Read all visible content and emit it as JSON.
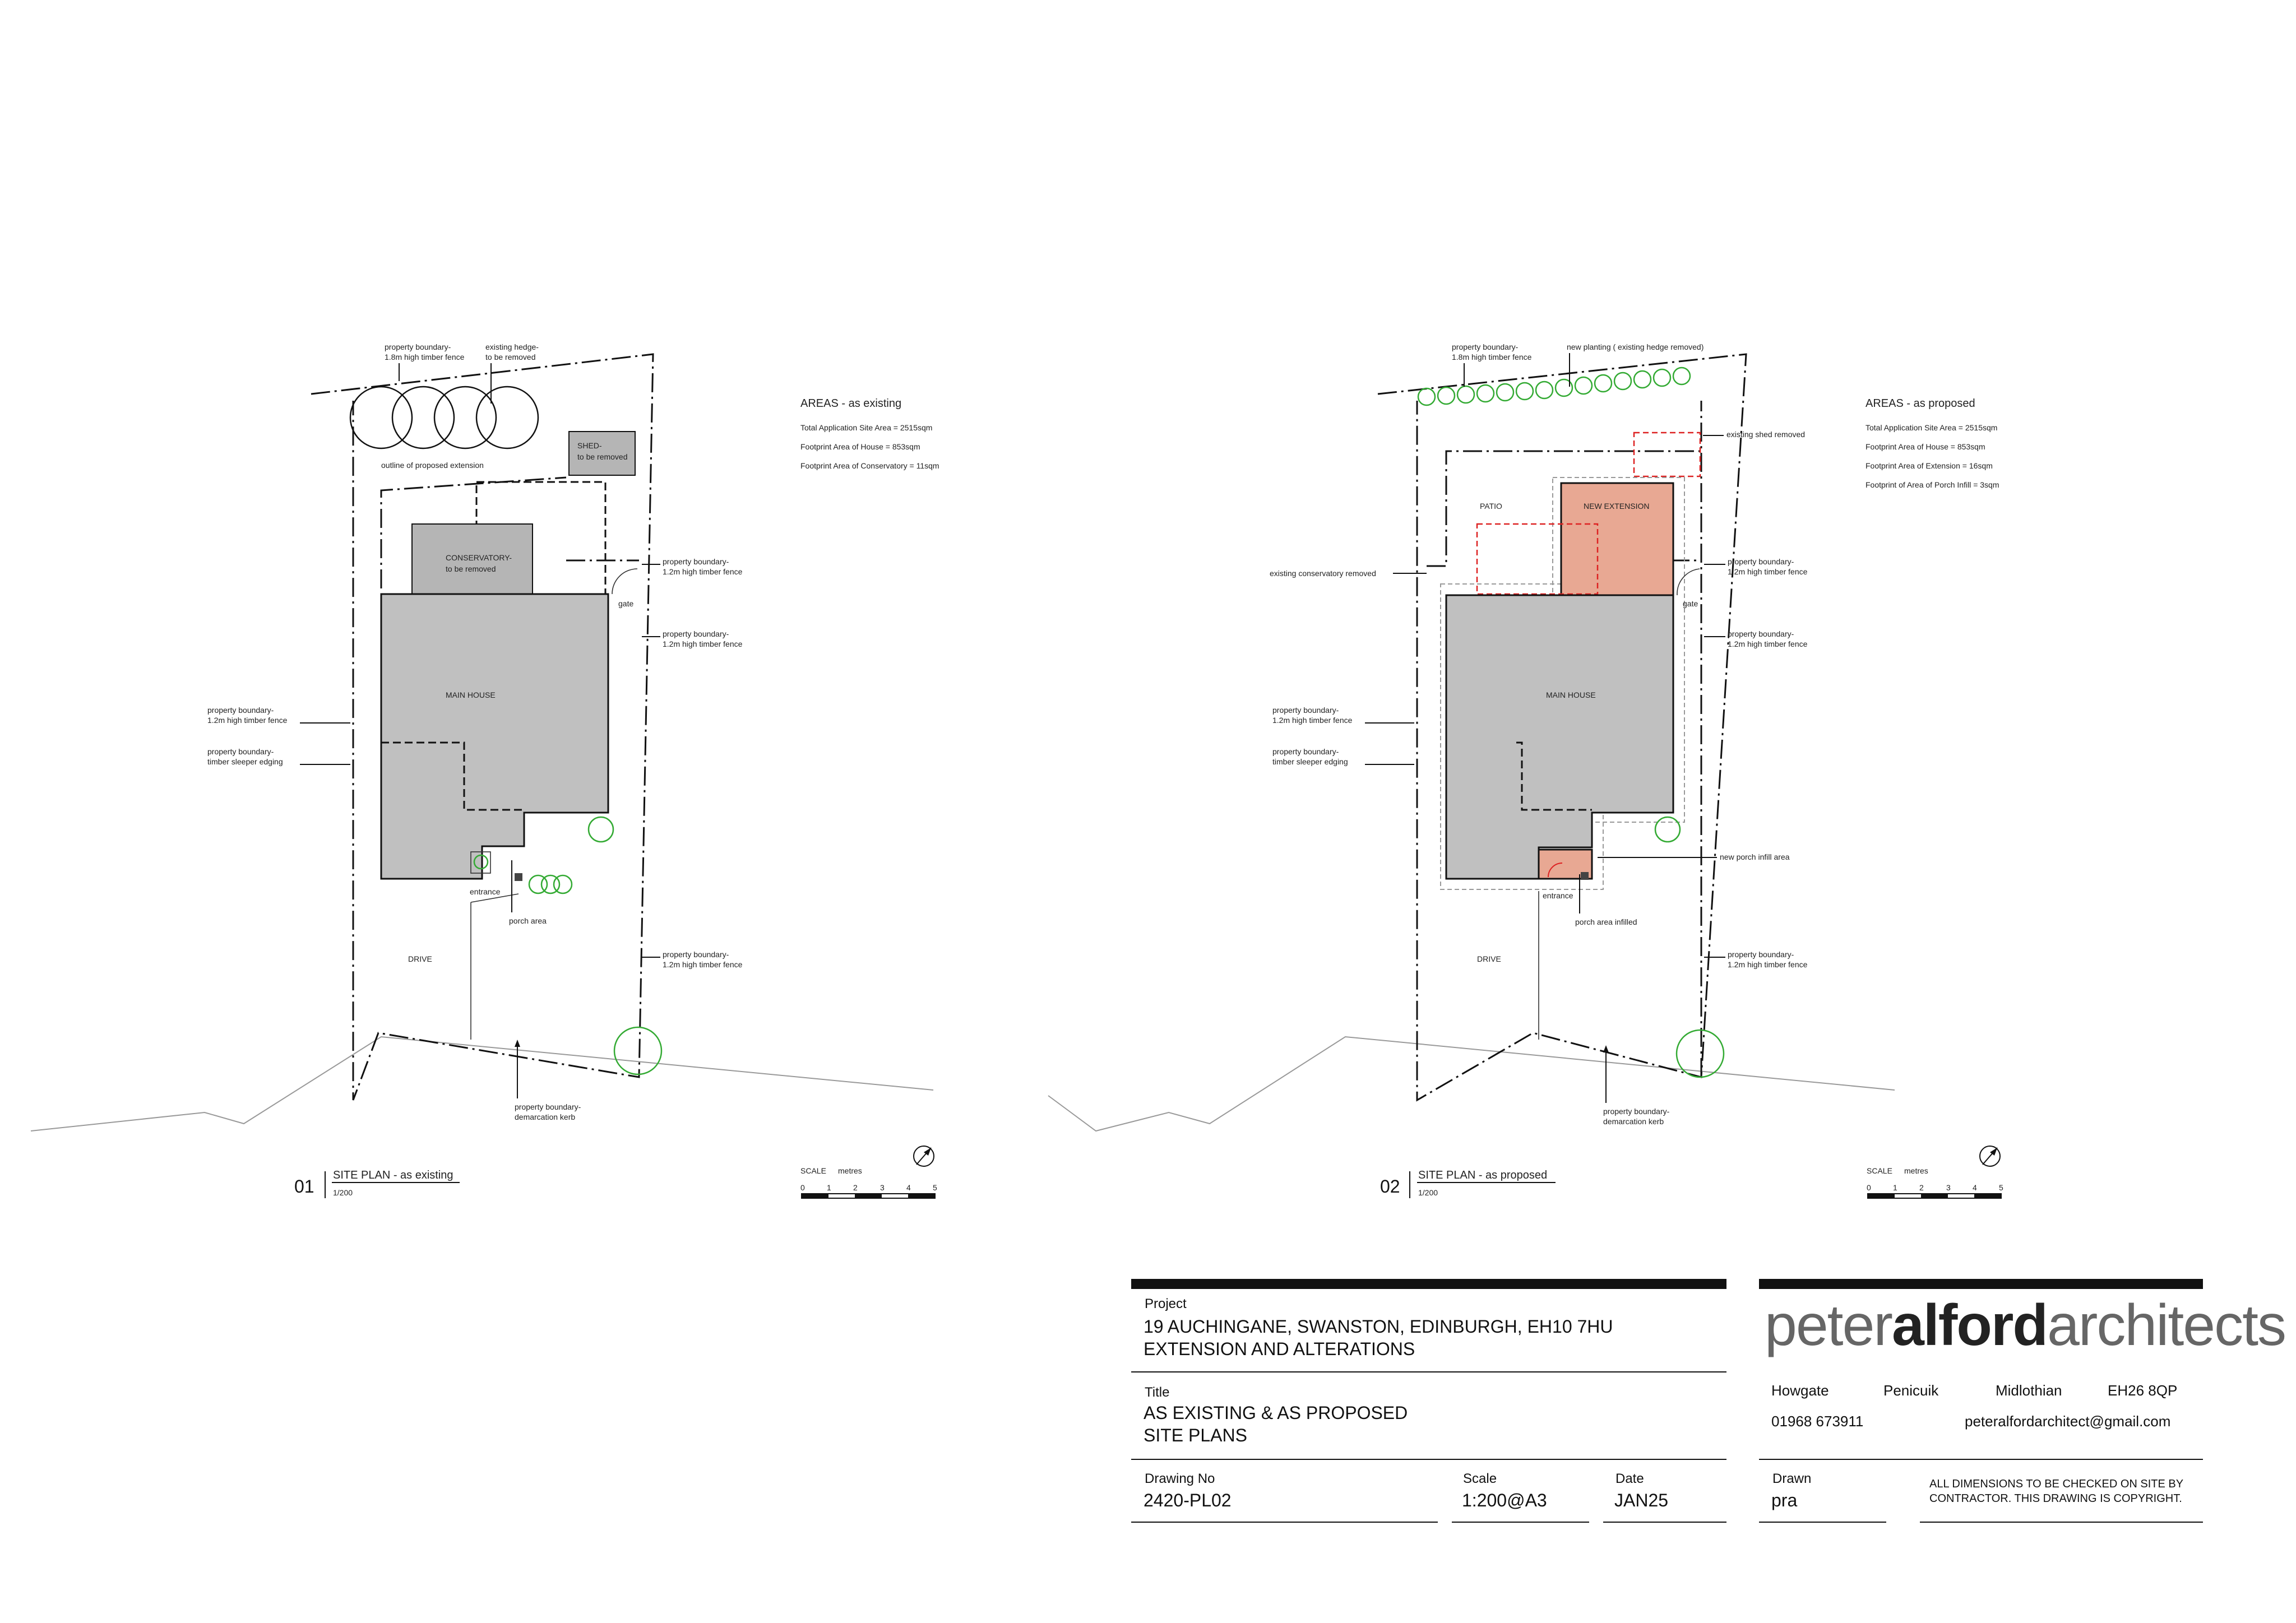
{
  "plan1": {
    "number": "01",
    "title": "SITE PLAN - as existing",
    "scale": "1/200",
    "areas_heading": "AREAS - as existing",
    "areas": [
      "Total Application Site Area =   2515sqm",
      "Footprint Area of House =       853sqm",
      "Footprint Area of Conservatory = 11sqm"
    ],
    "labels": {
      "boundary_top_1": "property boundary-",
      "boundary_top_2": "1.8m high timber fence",
      "hedge_1": "existing hedge-",
      "hedge_2": "to be removed",
      "outline_ext": "outline of proposed extension",
      "shed_1": "SHED-",
      "shed_2": "to be removed",
      "cons_1": "CONSERVATORY-",
      "cons_2": "to be removed",
      "main_house": "MAIN HOUSE",
      "gate": "gate",
      "right_a_1": "property boundary-",
      "right_a_2": "1.2m high timber fence",
      "right_b_1": "property boundary-",
      "right_b_2": "1.2m high timber fence",
      "left_a_1": "property boundary-",
      "left_a_2": "1.2m high timber fence",
      "left_b_1": "property boundary-",
      "left_b_2": "timber sleeper edging",
      "entrance": "entrance",
      "porch": "porch area",
      "drive": "DRIVE",
      "right_c_1": "property boundary-",
      "right_c_2": "1.2m high timber fence",
      "kerb_1": "property boundary-",
      "kerb_2": "demarcation kerb"
    }
  },
  "plan2": {
    "number": "02",
    "title": "SITE PLAN - as proposed",
    "scale": "1/200",
    "areas_heading": "AREAS - as proposed",
    "areas": [
      "Total Application Site Area =   2515sqm",
      "Footprint Area of House =       853sqm",
      "Footprint Area of Extension =     16sqm",
      "Footprint of Area of Porch Infill =  3sqm"
    ],
    "labels": {
      "boundary_top_1": "property boundary-",
      "boundary_top_2": "1.8m high timber fence",
      "planting": "new planting  ( existing hedge removed)",
      "shed_removed": "existing shed removed",
      "patio": "PATIO",
      "new_ext": "NEW EXTENSION",
      "cons_removed": "existing conservatory removed",
      "main_house": "MAIN HOUSE",
      "gate": "gate",
      "right_a_1": "property boundary-",
      "right_a_2": "1.2m high timber fence",
      "right_b_1": "property boundary-",
      "right_b_2": "1.2m high timber fence",
      "left_a_1": "property boundary-",
      "left_a_2": "1.2m high timber fence",
      "left_b_1": "property boundary-",
      "left_b_2": "timber sleeper edging",
      "porch_infill": "new porch infill area",
      "entrance": "entrance",
      "porch_infilled": "porch area infilled",
      "drive": "DRIVE",
      "right_c_1": "property boundary-",
      "right_c_2": "1.2m high timber fence",
      "kerb_1": "property boundary-",
      "kerb_2": "demarcation kerb"
    }
  },
  "scale_bar": {
    "label": "SCALE",
    "unit": "metres",
    "ticks": [
      "0",
      "1",
      "2",
      "3",
      "4",
      "5"
    ]
  },
  "title_block": {
    "project_caption": "Project",
    "project_line1": "19 AUCHINGANE, SWANSTON, EDINBURGH, EH10 7HU",
    "project_line2": "EXTENSION AND ALTERATIONS",
    "title_caption": "Title",
    "title_line1": "AS EXISTING & AS PROPOSED",
    "title_line2": "SITE PLANS",
    "drawing_no_caption": "Drawing No",
    "drawing_no": "2420-PL02",
    "scale_caption": "Scale",
    "scale": "1:200@A3",
    "date_caption": "Date",
    "date": "JAN25",
    "drawn_caption": "Drawn",
    "drawn": "pra",
    "note_line1": "ALL DIMENSIONS TO BE CHECKED ON SITE BY",
    "note_line2": "CONTRACTOR. THIS DRAWING IS COPYRIGHT.",
    "logo_part1": "peter",
    "logo_part2": "alford",
    "logo_part3": "architects",
    "addr_1": "Howgate",
    "addr_2": "Penicuik",
    "addr_3": "Midlothian",
    "addr_4": "EH26 8QP",
    "phone": "01968 673911",
    "email": "peteralfordarchitect@gmail.com"
  },
  "colors": {
    "house_fill": "#c0c0c0",
    "extension_fill": "#e8a893",
    "tree_stroke": "#33aa33",
    "removed_outline": "#dd2222"
  }
}
